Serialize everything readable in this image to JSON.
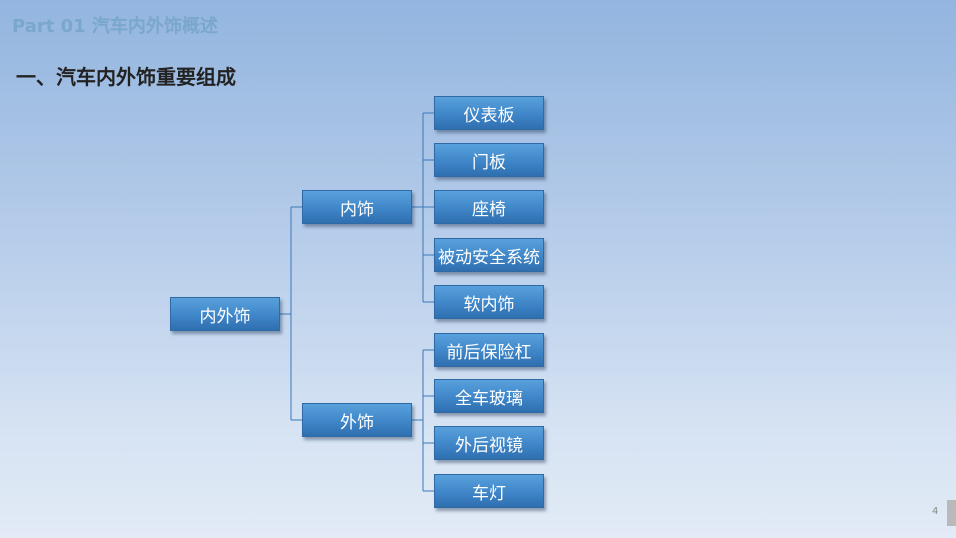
{
  "header": {
    "title": "Part 01 汽车内外饰概述"
  },
  "section": {
    "title": "一、汽车内外饰重要组成"
  },
  "tree": {
    "root": "内外饰",
    "branches": [
      {
        "label": "内饰",
        "children": [
          "仪表板",
          "门板",
          "座椅",
          "被动安全系统",
          "软内饰"
        ]
      },
      {
        "label": "外饰",
        "children": [
          "前后保险杠",
          "全车玻璃",
          "外后视镜",
          "车灯"
        ]
      }
    ]
  },
  "footer": {
    "page_number": "4"
  }
}
